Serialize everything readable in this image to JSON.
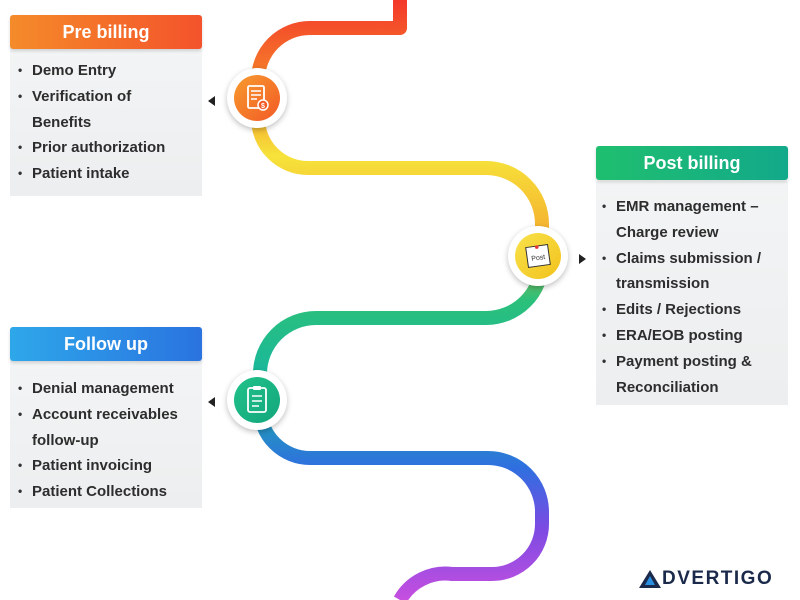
{
  "pre_billing": {
    "title": "Pre billing",
    "items": [
      "Demo Entry",
      "Verification of\nBenefits",
      "Prior authorization",
      "Patient intake"
    ],
    "icon": "billing-document-icon",
    "color": "#f47f2a"
  },
  "post_billing": {
    "title": "Post billing",
    "items": [
      "EMR management –\nCharge review",
      "Claims submission  /\ntransmission",
      "Edits / Rejections",
      "ERA/EOB posting",
      "Payment posting &\nReconciliation"
    ],
    "icon": "sticky-note-post-icon",
    "icon_text": "Post",
    "color": "#1fb679"
  },
  "follow_up": {
    "title": "Follow up",
    "items": [
      "Denial management",
      "Account receivables\nfollow-up",
      "Patient invoicing",
      "Patient Collections"
    ],
    "icon": "checklist-icon",
    "color": "#2a8fe0"
  },
  "brand": {
    "name": "DVERTIGO",
    "logo": "triangle-a-logo-icon"
  }
}
